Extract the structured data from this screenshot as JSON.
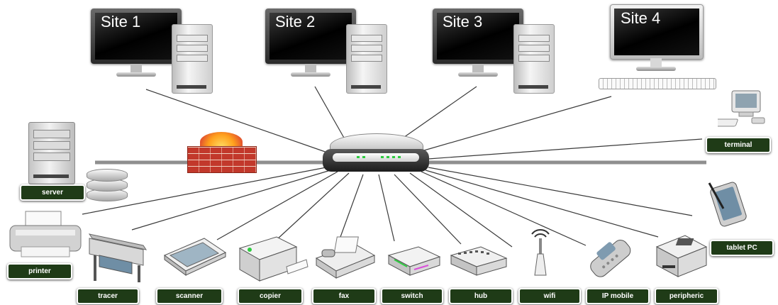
{
  "sites": [
    {
      "label": "Site 1"
    },
    {
      "label": "Site 2"
    },
    {
      "label": "Site 3"
    },
    {
      "label": "Site 4"
    }
  ],
  "devices": {
    "server": "server",
    "terminal": "terminal",
    "tablet": "tablet PC",
    "printer": "printer",
    "tracer": "tracer",
    "scanner": "scanner",
    "copier": "copier",
    "fax": "fax",
    "switch": "switch",
    "hub": "hub",
    "wifi": "wifi",
    "ip_mobile": "IP mobile",
    "peripheric": "peripheric"
  },
  "colors": {
    "label_bg": "#1f3b17",
    "label_text": "#ffffff",
    "link_line": "#3a3a3a",
    "backbone": "#9a9a9a"
  }
}
